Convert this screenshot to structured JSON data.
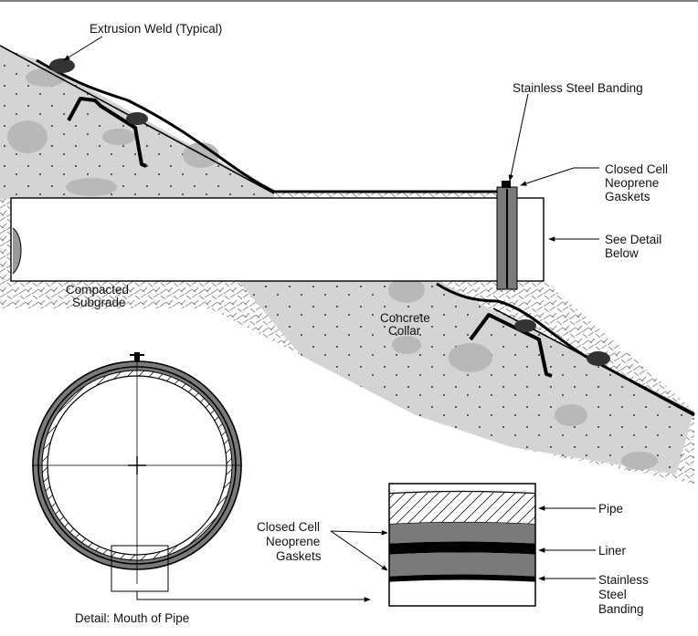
{
  "labels": {
    "extrusion_weld": "Extrusion Weld (Typical)",
    "stainless_banding_top": "Stainless Steel Banding",
    "closed_cell_top_1": "Closed Cell",
    "closed_cell_top_2": "Neoprene",
    "closed_cell_top_3": "Gaskets",
    "see_detail_1": "See Detail",
    "see_detail_2": "Below",
    "compacted_1": "Compacted",
    "compacted_2": "Subgrade",
    "concrete_1": "Concrete",
    "concrete_2": "Collar",
    "detail_caption": "Detail: Mouth of Pipe",
    "closed_cell_bottom_1": "Closed Cell",
    "closed_cell_bottom_2": "Neoprene",
    "closed_cell_bottom_3": "Gaskets",
    "pipe": "Pipe",
    "liner": "Liner",
    "steel_bottom_1": "Stainless",
    "steel_bottom_2": "Steel",
    "steel_bottom_3": "Banding"
  },
  "colors": {
    "concrete": "#d4d4d4",
    "soil_hatch": "#8a8a8a",
    "gasket": "#7a7a7a",
    "liner": "#000000"
  }
}
